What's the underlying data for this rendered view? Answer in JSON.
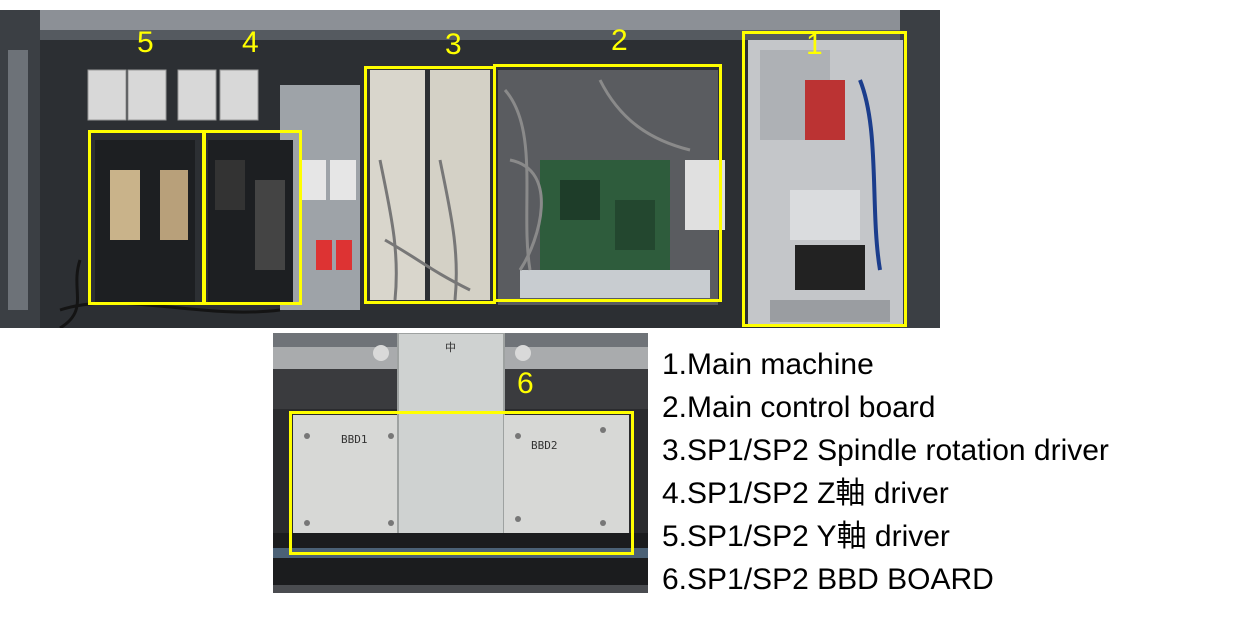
{
  "callouts": [
    "1",
    "2",
    "3",
    "4",
    "5",
    "6"
  ],
  "panel_labels": {
    "left": "BBD1",
    "right": "BBD2",
    "top": "中"
  },
  "legend": [
    "1.Main machine",
    "2.Main control board",
    "3.SP1/SP2 Spindle rotation driver",
    "4.SP1/SP2 Z軸 driver",
    "5.SP1/SP2 Y軸 driver",
    "6.SP1/SP2 BBD BOARD"
  ],
  "colors": {
    "highlight": "#ffff00",
    "text": "#000000"
  }
}
